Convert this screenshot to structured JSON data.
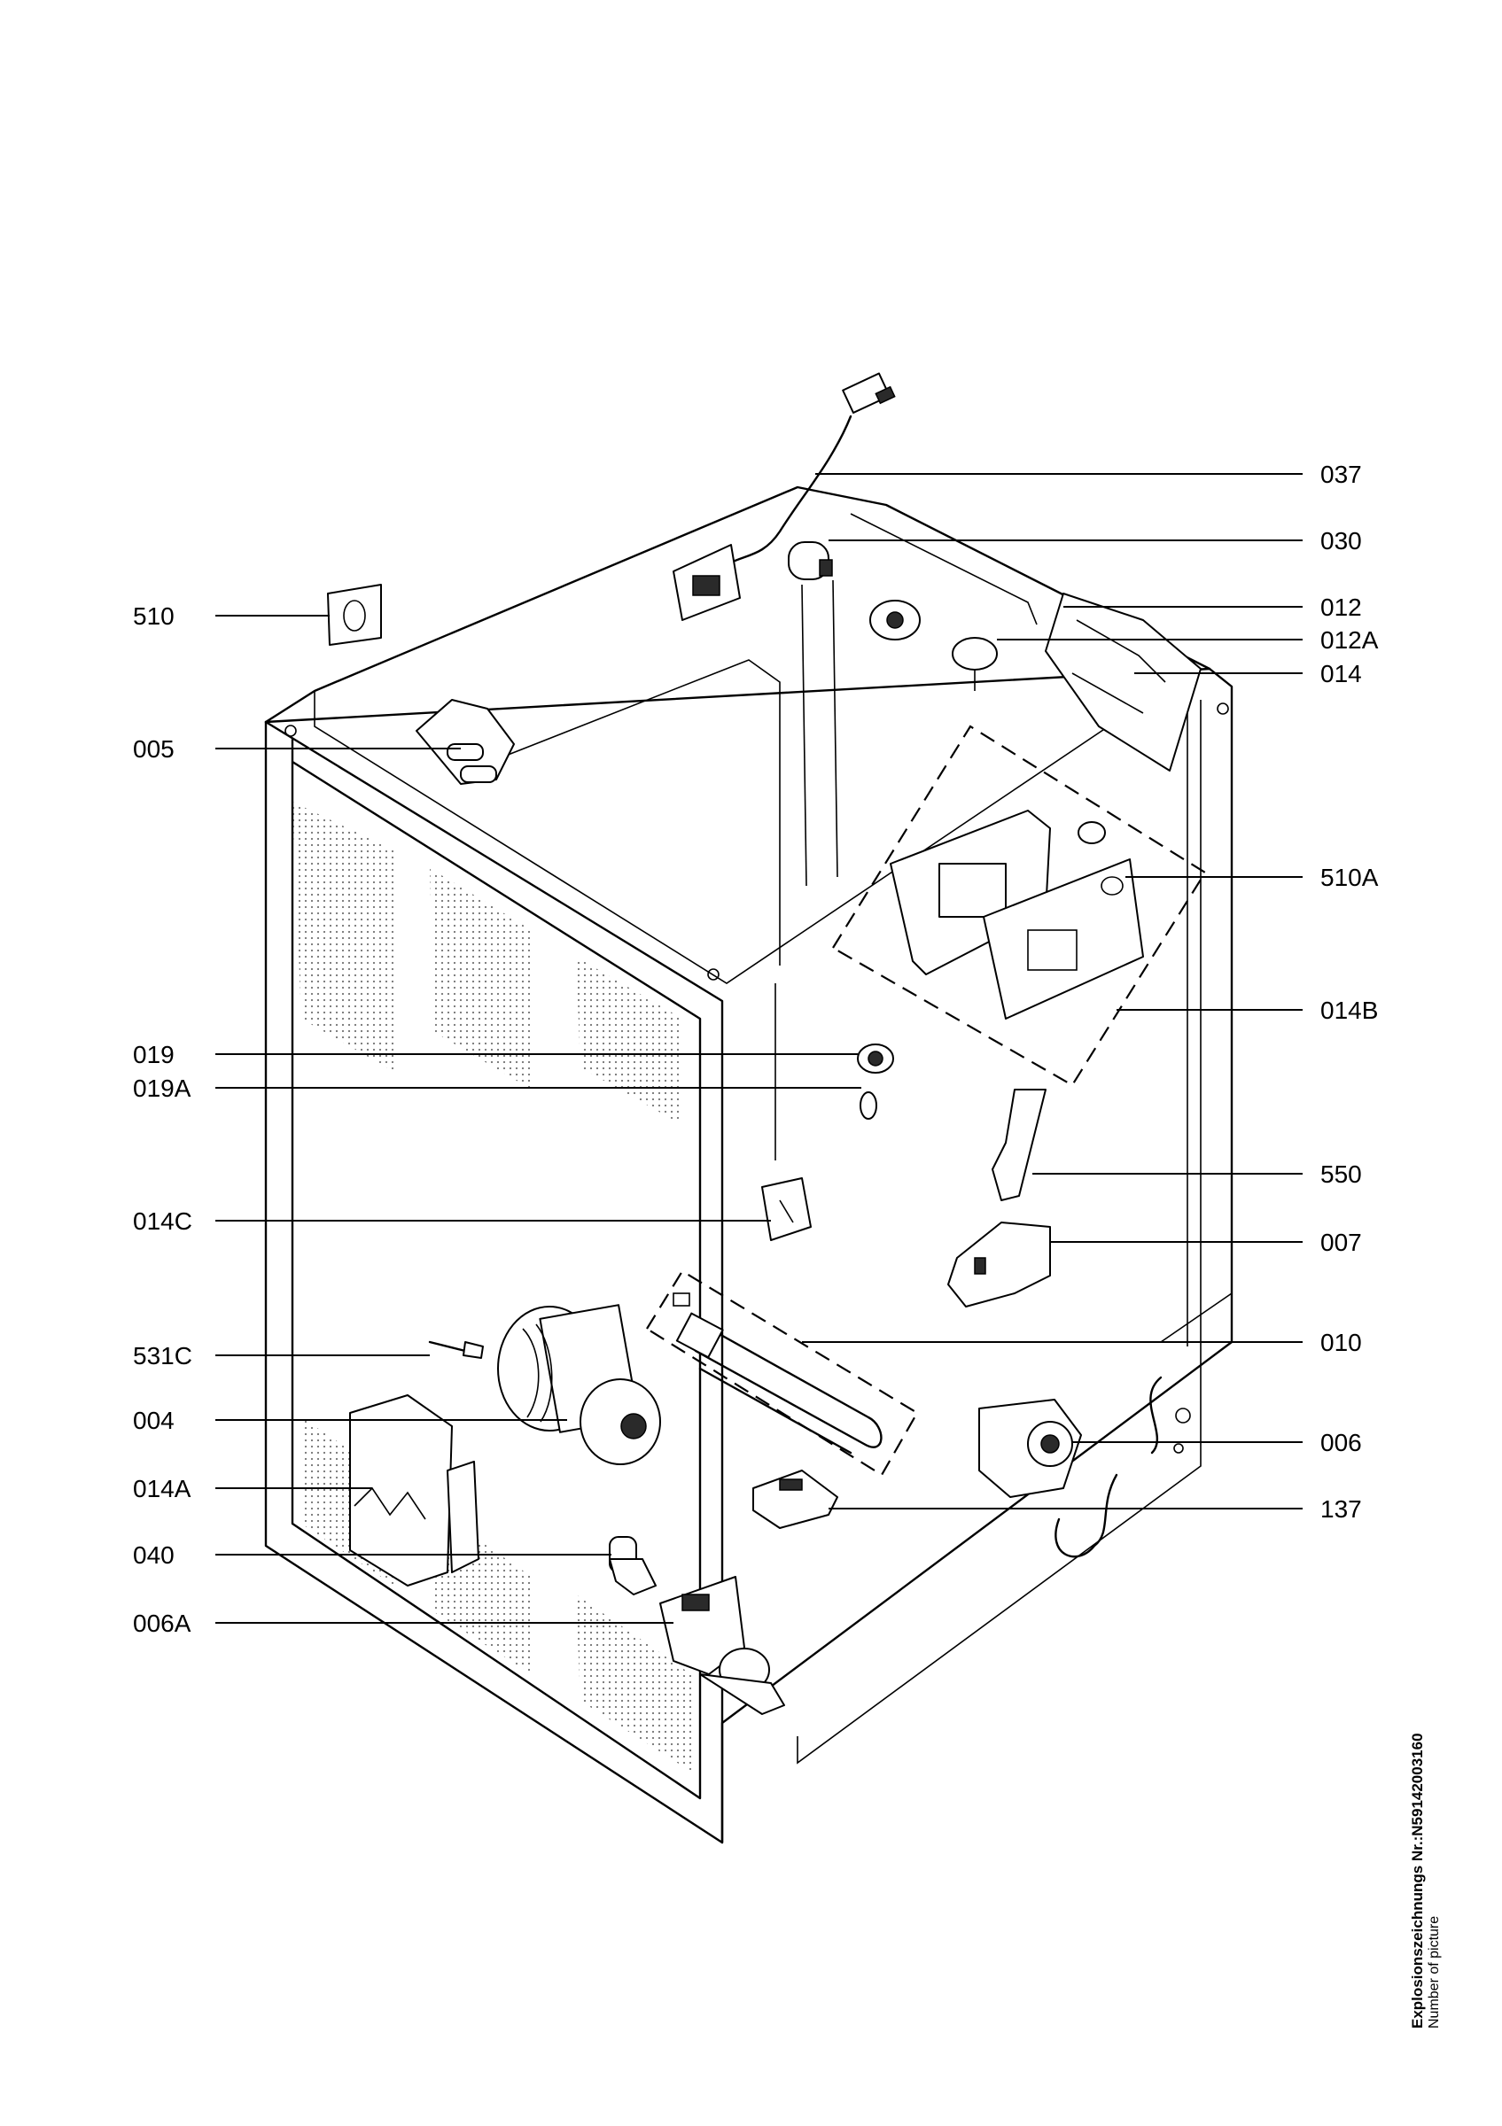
{
  "left_labels": [
    {
      "id": "510",
      "text": "510"
    },
    {
      "id": "005",
      "text": "005"
    },
    {
      "id": "019",
      "text": "019"
    },
    {
      "id": "019a",
      "text": "019A"
    },
    {
      "id": "014c",
      "text": "014C"
    },
    {
      "id": "531c",
      "text": "531C"
    },
    {
      "id": "004",
      "text": "004"
    },
    {
      "id": "014a",
      "text": "014A"
    },
    {
      "id": "040",
      "text": "040"
    },
    {
      "id": "006a",
      "text": "006A"
    }
  ],
  "right_labels": [
    {
      "id": "037",
      "text": "037"
    },
    {
      "id": "030",
      "text": "030"
    },
    {
      "id": "012",
      "text": "012"
    },
    {
      "id": "012a",
      "text": "012A"
    },
    {
      "id": "014",
      "text": "014"
    },
    {
      "id": "510a",
      "text": "510A"
    },
    {
      "id": "014b",
      "text": "014B"
    },
    {
      "id": "550",
      "text": "550"
    },
    {
      "id": "007",
      "text": "007"
    },
    {
      "id": "010",
      "text": "010"
    },
    {
      "id": "006",
      "text": "006"
    },
    {
      "id": "137",
      "text": "137"
    }
  ],
  "picture_number": {
    "title": "Explosionszeichnungs Nr.:N59142003160",
    "subtitle": "Number of picture"
  }
}
